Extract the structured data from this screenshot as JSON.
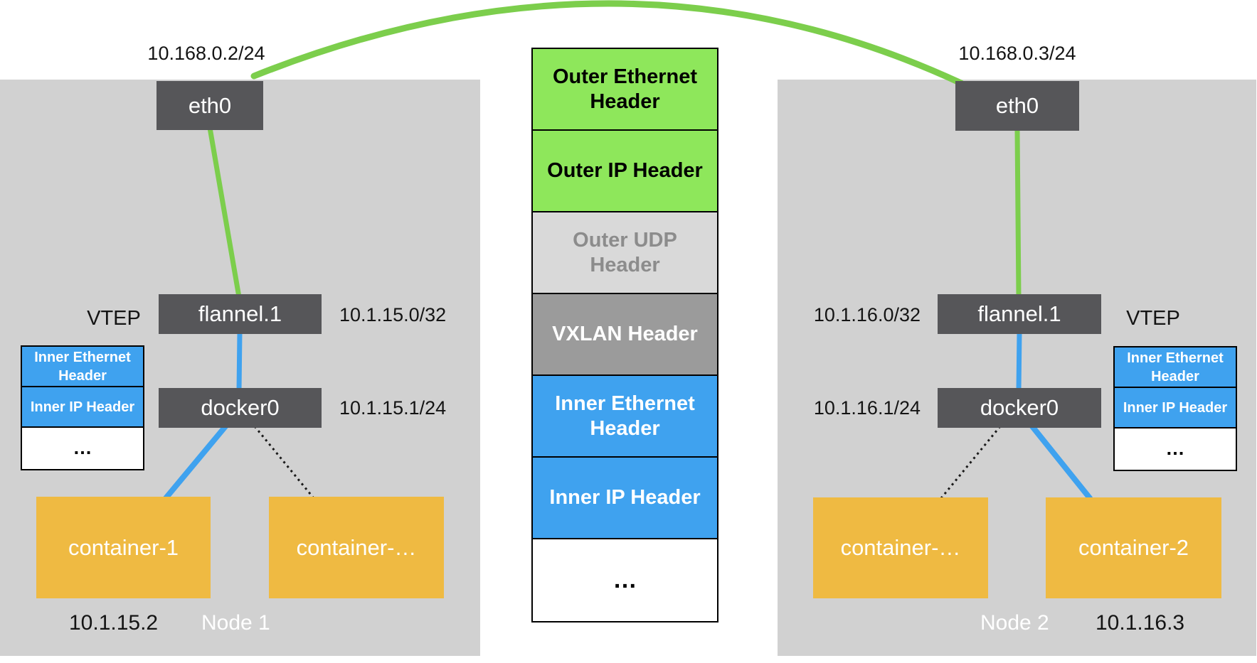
{
  "nodes": [
    {
      "name": "Node 1",
      "eth_ip": "10.168.0.2/24",
      "eth_label": "eth0",
      "vtep": "VTEP",
      "flannel_label": "flannel.1",
      "flannel_ip": "10.1.15.0/32",
      "docker_label": "docker0",
      "docker_ip": "10.1.15.1/24",
      "containers": [
        "container-1",
        "container-…"
      ],
      "container_ip": "10.1.15.2",
      "inner_stack": [
        "Inner Ethernet Header",
        "Inner IP Header",
        "…"
      ]
    },
    {
      "name": "Node 2",
      "eth_ip": "10.168.0.3/24",
      "eth_label": "eth0",
      "vtep": "VTEP",
      "flannel_label": "flannel.1",
      "flannel_ip": "10.1.16.0/32",
      "docker_label": "docker0",
      "docker_ip": "10.1.16.1/24",
      "containers": [
        "container-…",
        "container-2"
      ],
      "container_ip": "10.1.16.3",
      "inner_stack": [
        "Inner Ethernet Header",
        "Inner IP Header",
        "…"
      ]
    }
  ],
  "packet_stack": [
    {
      "label": "Outer Ethernet Header",
      "type": "outer"
    },
    {
      "label": "Outer IP Header",
      "type": "outer"
    },
    {
      "label": "Outer UDP Header",
      "type": "udp"
    },
    {
      "label": "VXLAN Header",
      "type": "vxlan"
    },
    {
      "label": "Inner Ethernet Header",
      "type": "inner"
    },
    {
      "label": "Inner IP Header",
      "type": "inner"
    },
    {
      "label": "…",
      "type": "payload"
    }
  ],
  "colors": {
    "node_background": "#d1d1d1",
    "interface_box": "#565659",
    "container_box": "#efba42",
    "outer_header_green": "#8ee75b",
    "udp_header_gray": "#d9d9d9",
    "vxlan_header_gray": "#9b9b9b",
    "inner_header_blue": "#3fa2ef",
    "tunnel_line_green": "#7cce4c",
    "veth_line_blue": "#3fa2ef",
    "dotted_line": "#1a1a1a"
  }
}
